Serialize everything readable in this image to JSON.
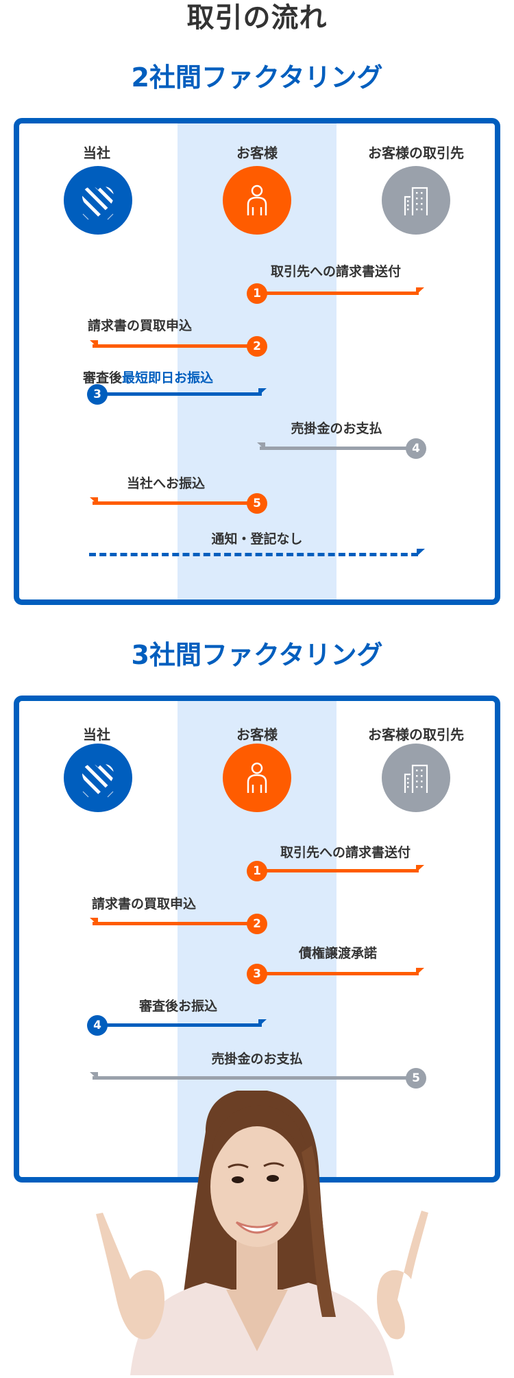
{
  "page_title": "取引の流れ",
  "colors": {
    "brand_blue": "#005EBE",
    "orange": "#FF5C00",
    "gray": "#9AA1AB",
    "column_bg": "#DCEBFC",
    "text": "#333333"
  },
  "parties": {
    "company": {
      "label": "当社",
      "icon": "heart-logo-icon"
    },
    "customer": {
      "label": "お客様",
      "icon": "person-icon"
    },
    "partner": {
      "label": "お客様の取引先",
      "icon": "building-icon"
    }
  },
  "two_party": {
    "title": "2社間ファクタリング",
    "steps": [
      {
        "num": "1",
        "label": "取引先への請求書送付",
        "from": "customer",
        "to": "partner",
        "color": "orange"
      },
      {
        "num": "2",
        "label": "請求書の買取申込",
        "from": "customer",
        "to": "company",
        "color": "orange"
      },
      {
        "num": "3",
        "label_prefix": "審査後",
        "label_highlight": "最短即日お振込",
        "from": "company",
        "to": "customer",
        "color": "blue"
      },
      {
        "num": "4",
        "label": "売掛金のお支払",
        "from": "partner",
        "to": "customer",
        "color": "gray"
      },
      {
        "num": "5",
        "label": "当社へお振込",
        "from": "customer",
        "to": "company",
        "color": "orange"
      }
    ],
    "note": {
      "label": "通知・登記なし",
      "from": "company",
      "to": "partner",
      "style": "dashed",
      "color": "blue"
    }
  },
  "three_party": {
    "title": "3社間ファクタリング",
    "steps": [
      {
        "num": "1",
        "label": "取引先への請求書送付",
        "from": "customer",
        "to": "partner",
        "color": "orange"
      },
      {
        "num": "2",
        "label": "請求書の買取申込",
        "from": "customer",
        "to": "company",
        "color": "orange"
      },
      {
        "num": "3",
        "label": "債権譲渡承諾",
        "from": "customer",
        "to": "partner",
        "color": "orange"
      },
      {
        "num": "4",
        "label": "審査後お振込",
        "from": "company",
        "to": "customer",
        "color": "blue"
      },
      {
        "num": "5",
        "label": "売掛金のお支払",
        "from": "partner",
        "to": "company",
        "color": "gray"
      }
    ]
  },
  "photo": {
    "description": "smiling woman pointing upward with both hands"
  }
}
